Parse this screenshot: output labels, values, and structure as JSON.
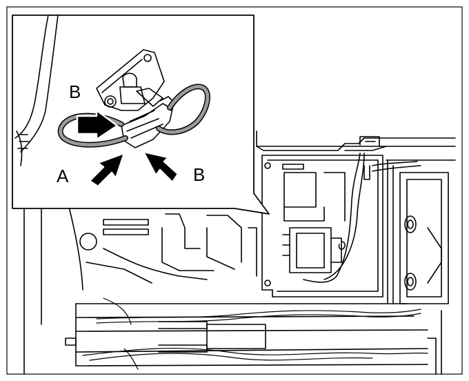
{
  "figure": {
    "callouts": {
      "label_a": "A",
      "label_b_top": "B",
      "label_b_bottom": "B"
    },
    "colors": {
      "line": "#000000",
      "harness_fill": "#9a9a9a",
      "background": "#ffffff"
    }
  }
}
